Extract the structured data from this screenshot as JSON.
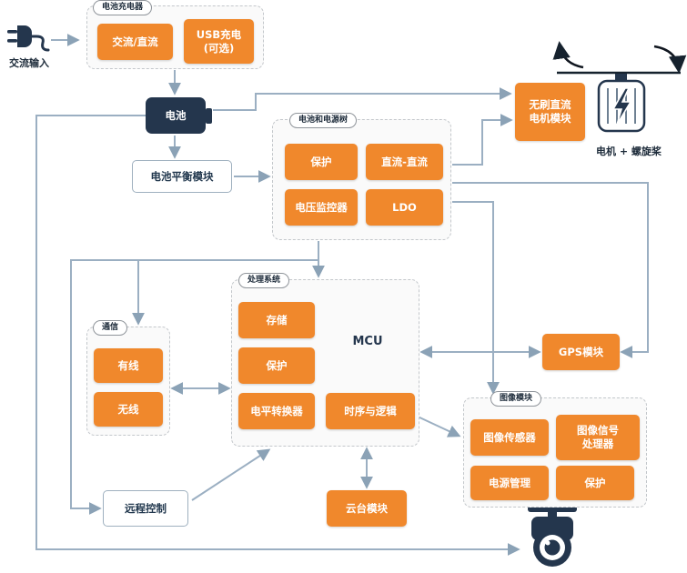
{
  "labels": {
    "ac_input": "交流输入",
    "battery": "电池",
    "balance_module": "电池平衡模块",
    "motor_module": "无刷直流\n电机模块",
    "motor_prop": "电机 + 螺旋桨",
    "gps_module": "GPS模块",
    "remote_control": "远程控制",
    "gimbal_module": "云台模块",
    "mcu": "MCU"
  },
  "groups": {
    "charger": {
      "title": "电池充电器",
      "acdc": "交流/直流",
      "usb": "USB充电\n(可选)"
    },
    "power_tree": {
      "title": "电池和电源树",
      "protection": "保护",
      "dcdc": "直流-直流",
      "voltage_monitor": "电压监控器",
      "ldo": "LDO"
    },
    "processing": {
      "title": "处理系统",
      "storage": "存储",
      "protection": "保护",
      "level_shifter": "电平转换器",
      "timing_logic": "时序与逻辑"
    },
    "communication": {
      "title": "通信",
      "wired": "有线",
      "wireless": "无线"
    },
    "camera": {
      "title": "图像模块",
      "image_sensor": "图像传感器",
      "isp": "图像信号\n处理器",
      "power_mgmt": "电源管理",
      "protection": "保护"
    }
  },
  "colors": {
    "accent": "#f0882c",
    "navy": "#24364d",
    "line": "#9bafc2"
  }
}
